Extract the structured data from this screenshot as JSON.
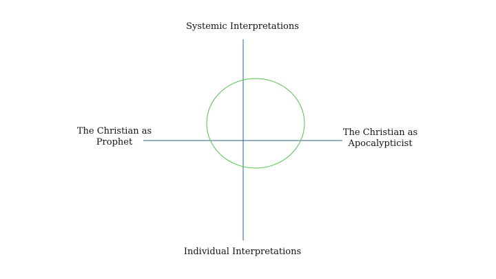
{
  "diagram": {
    "top_label": "Systemic Interpretations",
    "bottom_label": "Individual Interpretations",
    "left_label": [
      "The Christian as",
      "Prophet"
    ],
    "right_label": [
      "The Christian as",
      "Apocalypticist"
    ]
  },
  "colors": {
    "axis": "#2f5f87",
    "circle": "#4fc24f",
    "text": "#111111"
  }
}
